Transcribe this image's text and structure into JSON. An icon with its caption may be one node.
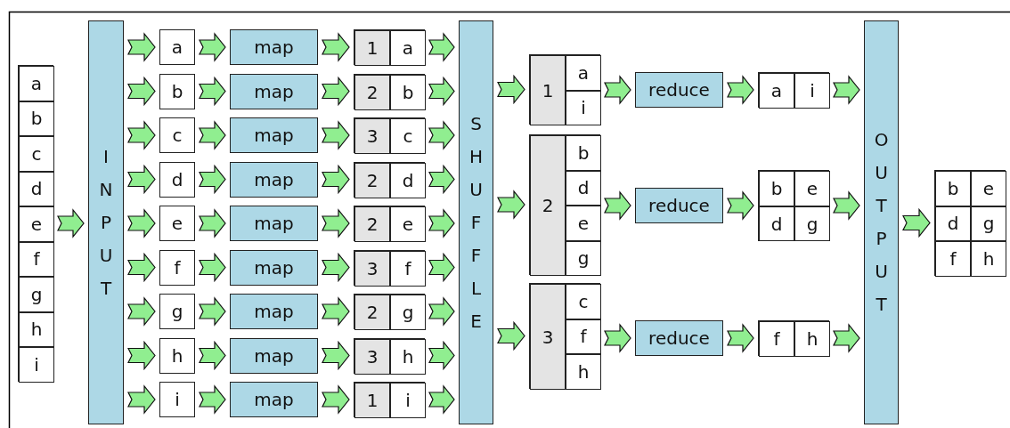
{
  "diagram": {
    "nodes": [
      {
        "text": [],
        "shape": "box"
      },
      {
        "text": [
          "a"
        ],
        "in": 0
      },
      {
        "text": [
          "b"
        ],
        "in": 0
      },
      {
        "text": [
          "c"
        ],
        "in": 0
      },
      {
        "text": [
          "d"
        ],
        "in": 0
      },
      {
        "text": [
          "e"
        ],
        "in": 0
      },
      {
        "text": [
          "f"
        ],
        "in": 0
      },
      {
        "text": [
          "g"
        ],
        "in": 0
      },
      {
        "text": [
          "h"
        ],
        "in": 0
      },
      {
        "text": [
          "i"
        ],
        "in": 0
      },
      {
        "text": [
          "INPUT"
        ]
      },
      {
        "text": [
          "a"
        ]
      },
      {
        "text": [
          "map"
        ]
      },
      {
        "text": [],
        "shape": "box"
      },
      {
        "text": [
          "1"
        ],
        "in": 13
      },
      {
        "text": [
          "a"
        ],
        "in": 13
      },
      {
        "text": [
          "b"
        ]
      },
      {
        "text": [
          "map"
        ]
      },
      {
        "text": [],
        "shape": "box"
      },
      {
        "text": [
          "2"
        ],
        "in": 18
      },
      {
        "text": [
          "b"
        ],
        "in": 18
      },
      {
        "text": [
          "c"
        ]
      },
      {
        "text": [
          "map"
        ]
      },
      {
        "text": [],
        "shape": "box"
      },
      {
        "text": [
          "3"
        ],
        "in": 23
      },
      {
        "text": [
          "c"
        ],
        "in": 23
      },
      {
        "text": [
          "d"
        ]
      },
      {
        "text": [
          "map"
        ]
      },
      {
        "text": [],
        "shape": "box"
      },
      {
        "text": [
          "2"
        ],
        "in": 28
      },
      {
        "text": [
          "d"
        ],
        "in": 28
      },
      {
        "text": [
          "e"
        ]
      },
      {
        "text": [
          "map"
        ]
      },
      {
        "text": [],
        "shape": "box"
      },
      {
        "text": [
          "2"
        ],
        "in": 33
      },
      {
        "text": [
          "e"
        ],
        "in": 33
      },
      {
        "text": [
          "f"
        ]
      },
      {
        "text": [
          "map"
        ]
      },
      {
        "text": [],
        "shape": "box"
      },
      {
        "text": [
          "3"
        ],
        "in": 38
      },
      {
        "text": [
          "f"
        ],
        "in": 38
      },
      {
        "text": [
          "g"
        ]
      },
      {
        "text": [
          "map"
        ]
      },
      {
        "text": [],
        "shape": "box"
      },
      {
        "text": [
          "2"
        ],
        "in": 43
      },
      {
        "text": [
          "g"
        ],
        "in": 43
      },
      {
        "text": [
          "h"
        ]
      },
      {
        "text": [
          "map"
        ]
      },
      {
        "text": [],
        "shape": "box"
      },
      {
        "text": [
          "3"
        ],
        "in": 48
      },
      {
        "text": [
          "h"
        ],
        "in": 48
      },
      {
        "text": [
          "i"
        ]
      },
      {
        "text": [
          "map"
        ]
      },
      {
        "text": [],
        "shape": "box"
      },
      {
        "text": [
          "1"
        ],
        "in": 53
      },
      {
        "text": [
          "i"
        ],
        "in": 53
      },
      {
        "text": [
          "SHUFFLE"
        ]
      },
      {
        "text": [],
        "shape": "box"
      },
      {
        "text": [
          "1"
        ],
        "in": 57
      },
      {
        "text": [
          "a"
        ],
        "in": 57
      },
      {
        "text": [
          "i"
        ],
        "in": 57
      },
      {
        "text": [],
        "shape": "box"
      },
      {
        "text": [
          "2"
        ],
        "in": 61
      },
      {
        "text": [
          "b"
        ],
        "in": 61
      },
      {
        "text": [
          "d"
        ],
        "in": 61
      },
      {
        "text": [
          "e"
        ],
        "in": 61
      },
      {
        "text": [
          "g"
        ],
        "in": 61
      },
      {
        "text": [],
        "shape": "box"
      },
      {
        "text": [
          "3"
        ],
        "in": 67
      },
      {
        "text": [
          "c"
        ],
        "in": 67
      },
      {
        "text": [
          "f"
        ],
        "in": 67
      },
      {
        "text": [
          "h"
        ],
        "in": 67
      },
      {
        "text": [
          "reduce"
        ]
      },
      {
        "text": [],
        "shape": "box"
      },
      {
        "text": [
          "a"
        ],
        "in": 73
      },
      {
        "text": [
          "i"
        ],
        "in": 73
      },
      {
        "text": [
          "reduce"
        ]
      },
      {
        "text": [],
        "shape": "box"
      },
      {
        "text": [
          "b"
        ],
        "in": 77
      },
      {
        "text": [
          "e"
        ],
        "in": 77
      },
      {
        "text": [
          "d"
        ],
        "in": 77
      },
      {
        "text": [
          "g"
        ],
        "in": 77
      },
      {
        "text": [
          "reduce"
        ]
      },
      {
        "text": [],
        "shape": "box"
      },
      {
        "text": [
          "f"
        ],
        "in": 83
      },
      {
        "text": [
          "h"
        ],
        "in": 83
      },
      {
        "text": [
          "OUTPUT"
        ]
      },
      {
        "text": [],
        "shape": "box"
      },
      {
        "text": [
          "b"
        ],
        "in": 87
      },
      {
        "text": [
          "e"
        ],
        "in": 87
      },
      {
        "text": [
          "d"
        ],
        "in": 87
      },
      {
        "text": [
          "g"
        ],
        "in": 87
      },
      {
        "text": [
          "f"
        ],
        "in": 87
      },
      {
        "text": [
          "h"
        ],
        "in": 87
      }
    ],
    "edges": [
      {
        "from": 0,
        "to": 10,
        "arrow": "to"
      },
      {
        "from": 10,
        "to": 11,
        "arrow": "to"
      },
      {
        "from": 11,
        "to": 12,
        "arrow": "to"
      },
      {
        "from": 12,
        "to": 13,
        "arrow": "to"
      },
      {
        "from": 13,
        "to": 56,
        "arrow": "to"
      },
      {
        "from": 10,
        "to": 16,
        "arrow": "to"
      },
      {
        "from": 16,
        "to": 17,
        "arrow": "to"
      },
      {
        "from": 17,
        "to": 18,
        "arrow": "to"
      },
      {
        "from": 18,
        "to": 56,
        "arrow": "to"
      },
      {
        "from": 10,
        "to": 21,
        "arrow": "to"
      },
      {
        "from": 21,
        "to": 22,
        "arrow": "to"
      },
      {
        "from": 22,
        "to": 23,
        "arrow": "to"
      },
      {
        "from": 23,
        "to": 56,
        "arrow": "to"
      },
      {
        "from": 10,
        "to": 26,
        "arrow": "to"
      },
      {
        "from": 26,
        "to": 27,
        "arrow": "to"
      },
      {
        "from": 27,
        "to": 28,
        "arrow": "to"
      },
      {
        "from": 28,
        "to": 56,
        "arrow": "to"
      },
      {
        "from": 10,
        "to": 31,
        "arrow": "to"
      },
      {
        "from": 31,
        "to": 32,
        "arrow": "to"
      },
      {
        "from": 32,
        "to": 33,
        "arrow": "to"
      },
      {
        "from": 33,
        "to": 56,
        "arrow": "to"
      },
      {
        "from": 10,
        "to": 36,
        "arrow": "to"
      },
      {
        "from": 36,
        "to": 37,
        "arrow": "to"
      },
      {
        "from": 37,
        "to": 38,
        "arrow": "to"
      },
      {
        "from": 38,
        "to": 56,
        "arrow": "to"
      },
      {
        "from": 10,
        "to": 41,
        "arrow": "to"
      },
      {
        "from": 41,
        "to": 42,
        "arrow": "to"
      },
      {
        "from": 42,
        "to": 43,
        "arrow": "to"
      },
      {
        "from": 43,
        "to": 56,
        "arrow": "to"
      },
      {
        "from": 10,
        "to": 46,
        "arrow": "to"
      },
      {
        "from": 46,
        "to": 47,
        "arrow": "to"
      },
      {
        "from": 47,
        "to": 48,
        "arrow": "to"
      },
      {
        "from": 48,
        "to": 56,
        "arrow": "to"
      },
      {
        "from": 10,
        "to": 51,
        "arrow": "to"
      },
      {
        "from": 51,
        "to": 52,
        "arrow": "to"
      },
      {
        "from": 52,
        "to": 53,
        "arrow": "to"
      },
      {
        "from": 53,
        "to": 56,
        "arrow": "to"
      },
      {
        "from": 56,
        "to": 57,
        "arrow": "to"
      },
      {
        "from": 56,
        "to": 61,
        "arrow": "to"
      },
      {
        "from": 56,
        "to": 67,
        "arrow": "to"
      },
      {
        "from": 57,
        "to": 72,
        "arrow": "to"
      },
      {
        "from": 72,
        "to": 73,
        "arrow": "to"
      },
      {
        "from": 73,
        "to": 86,
        "arrow": "to"
      },
      {
        "from": 61,
        "to": 76,
        "arrow": "to"
      },
      {
        "from": 76,
        "to": 77,
        "arrow": "to"
      },
      {
        "from": 77,
        "to": 86,
        "arrow": "to"
      },
      {
        "from": 67,
        "to": 82,
        "arrow": "to"
      },
      {
        "from": 82,
        "to": 83,
        "arrow": "to"
      },
      {
        "from": 83,
        "to": 86,
        "arrow": "to"
      },
      {
        "from": 86,
        "to": 87,
        "arrow": "to"
      }
    ]
  }
}
